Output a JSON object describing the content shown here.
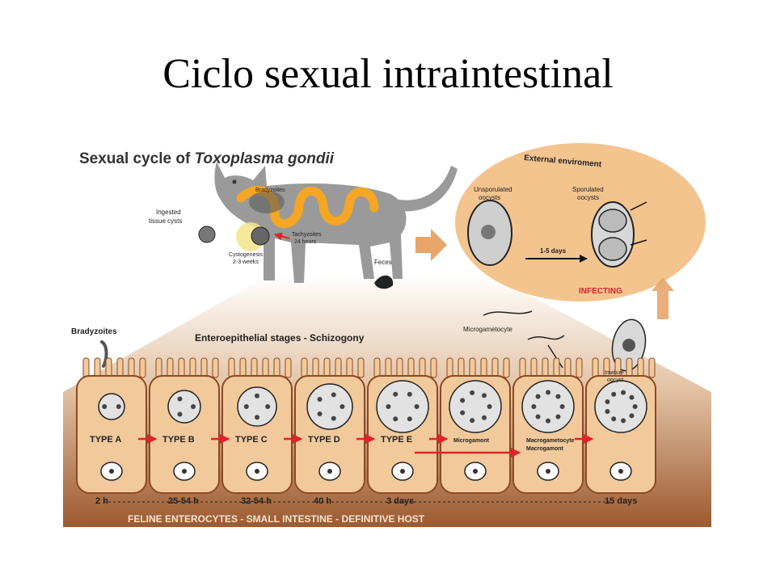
{
  "slide": {
    "title": "Ciclo sexual intraintestinal"
  },
  "diagram": {
    "title_prefix": "Sexual cycle of ",
    "title_species": "Toxoplasma gondii",
    "cat_labels": {
      "bradyzoites": "Bradyzoites",
      "ingested": "Ingested",
      "tissue_cysts": "tissue cysts",
      "cystogenesis": "Cystogenesis",
      "cystogenesis_time": "2-3 weeks",
      "tachyzoites": "Tachyzoites",
      "tachyzoites_time": "24 hours",
      "feces": "Feces"
    },
    "external": {
      "title": "External enviroment",
      "unsporulated_1": "Unsporulated",
      "unsporulated_2": "oocysts",
      "sporulated_1": "Sporulated",
      "sporulated_2": "oocysts",
      "days": "1-5 days",
      "infecting": "INFECTING"
    },
    "bradyzoites_label": "Bradyzoites",
    "enteroepithelial": "Enteroepithelial stages - Schizogony",
    "microgametocyte": "Microgametocyte",
    "immature_1": "Imature",
    "immature_2": "oocyst",
    "cells": [
      {
        "label": "TYPE A",
        "time": "2 h"
      },
      {
        "label": "TYPE B",
        "time": "25-54 h"
      },
      {
        "label": "TYPE C",
        "time": "32-54 h"
      },
      {
        "label": "TYPE D",
        "time": "40 h"
      },
      {
        "label": "TYPE E",
        "time": "3 days"
      },
      {
        "label": "Microgamont",
        "time": ""
      },
      {
        "label": "Macrogametocyte",
        "label2": "Macrogamont",
        "time": ""
      },
      {
        "label": "",
        "time": "15 days"
      }
    ],
    "footer": "FELINE ENTEROCYTES - SMALL INTESTINE - DEFINITIVE HOST"
  },
  "colors": {
    "orange": "#f5a623",
    "arrow_red": "#e0222a",
    "panel": "#f4c48f",
    "cell_fill": "#f2c99b",
    "brown": "#8b4a22",
    "gray": "#9a9a9a"
  }
}
